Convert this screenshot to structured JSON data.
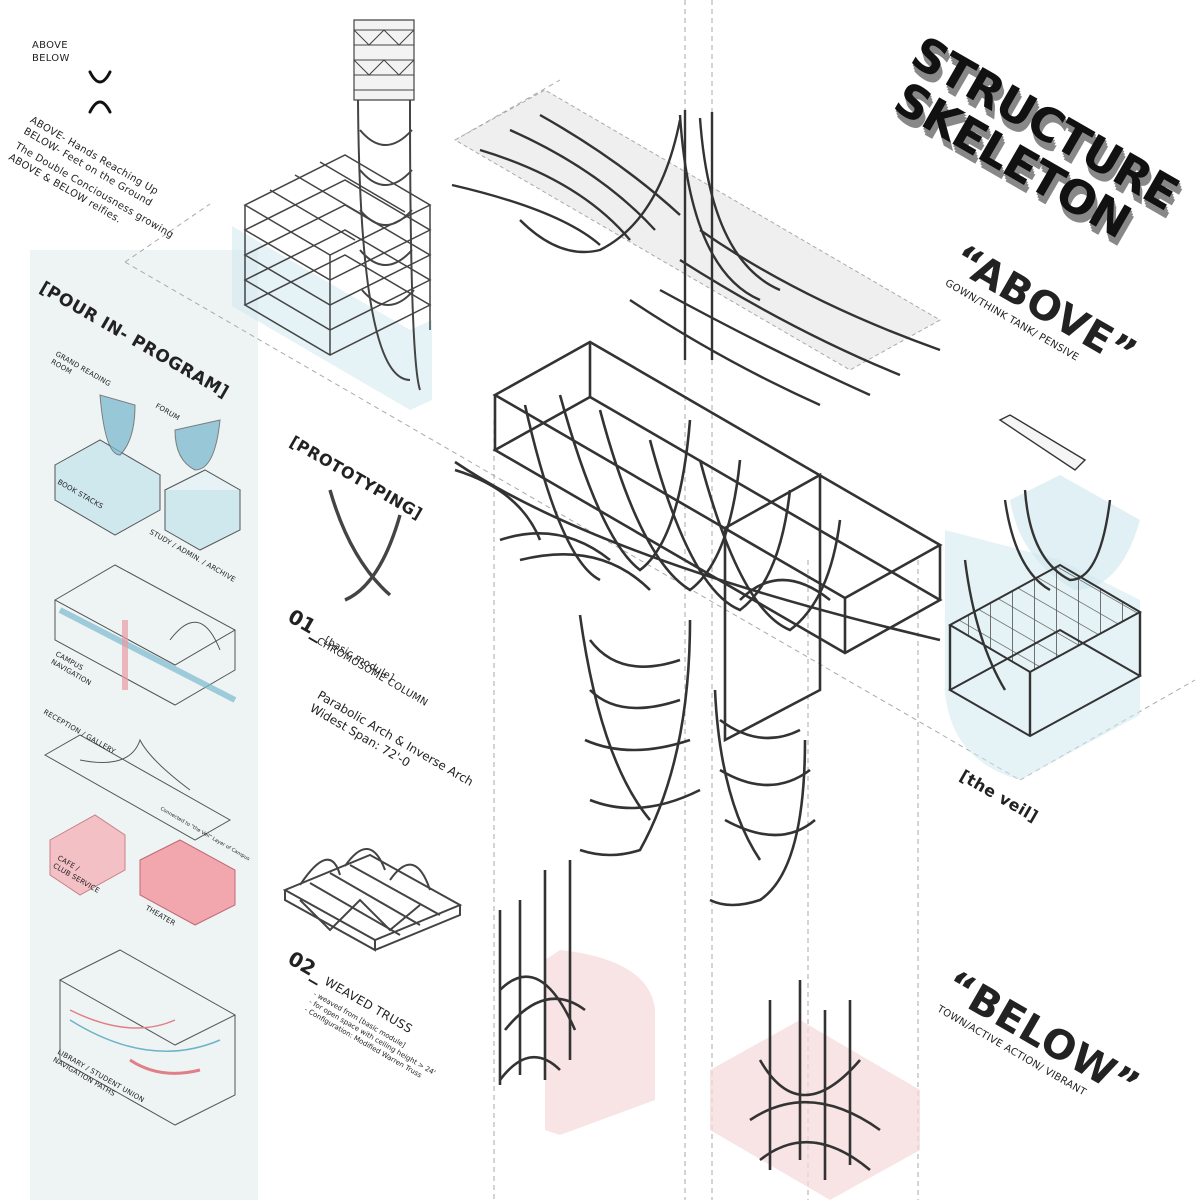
{
  "intro": {
    "above": "ABOVE",
    "below": "BELOW",
    "line1": "ABOVE- Hands Reaching Up",
    "line2": "BELOW- Feet on the Ground",
    "line3": "The Double Conciousness growing",
    "line4": "ABOVE & BELOW reifies."
  },
  "title": {
    "line1": "STRUCTURE",
    "line2": "SKELETON"
  },
  "above_quote": {
    "label": "“ABOVE”",
    "sub": "GOWN/THINK TANK/ PENSIVE"
  },
  "below_quote": {
    "label": "“BELOW”",
    "sub": "TOWN/ACTIVE ACTION/ VIBRANT"
  },
  "veil": "[the veil]",
  "program": {
    "heading": "[POUR IN- PROGRAM]",
    "labels": {
      "grand_reading": "GRAND READING",
      "room": "ROOM",
      "forum": "FORUM",
      "book_stacks": "BOOK STACKS",
      "study": "STUDY / ADMIN. / ARCHIVE",
      "campus": "CAMPUS",
      "navigation": "NAVIGATION",
      "reception": "RECEPTION / GALLERY",
      "connected": "Connected to \"the Veil\" Layer of Campus",
      "cafe": "CAFE /",
      "club": "CLUB SERVICE",
      "theater": "THEATER",
      "library": "LIBRARY / STUDENT UNION",
      "nav_paths": "NAVIGATION PATHS"
    }
  },
  "prototyping": {
    "heading": "[PROTOTYPING]",
    "m1_num": "01_",
    "m1_sub": "[basic module]",
    "m1_name": "CHROMOSOME COLUMN",
    "m1_desc1": "Parabolic Arch & Inverse Arch",
    "m1_desc2": "Widest Span: 72'-0",
    "m2_num": "02_",
    "m2_name": "WEAVED TRUSS",
    "m2_b1": "- weaved from [basic module]",
    "m2_b2": "- for open space with ceiling height > 24'",
    "m2_b3": "- Configuration: Modified Warren Truss"
  },
  "colors": {
    "blue_fill": "#cde6ec",
    "blue_dark": "#6fb3c9",
    "red_fill": "#f2c9cc",
    "red_dark": "#e07f88",
    "panel_bg": "#eef4f4",
    "line": "#333333"
  },
  "icons": [
    "chromosome-icon"
  ]
}
